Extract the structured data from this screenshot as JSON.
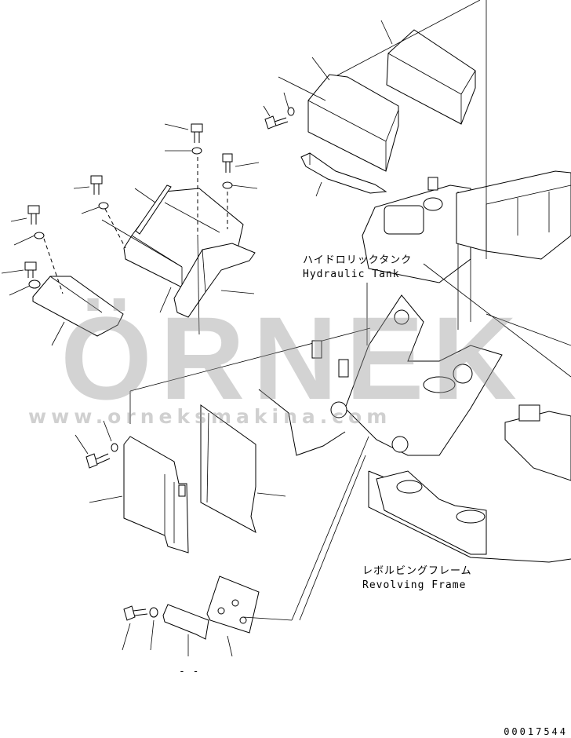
{
  "labels": {
    "hydraulic_tank_jp": "ハイドロリックタンク",
    "hydraulic_tank_en": "Hydraulic Tank",
    "revolving_frame_jp": "レボルビングフレーム",
    "revolving_frame_en": "Revolving Frame",
    "dash_mark": "- -"
  },
  "watermark": {
    "brand": "ÖRNEK",
    "url": "www.orneksmakina.com",
    "color": "#b4b4b4"
  },
  "figure_number": "00017544",
  "colors": {
    "line": "#000000",
    "background": "#ffffff",
    "watermark": "#9a9a9a"
  }
}
